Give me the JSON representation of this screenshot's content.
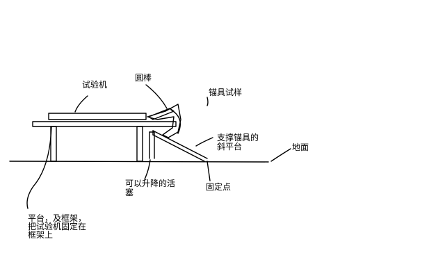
{
  "labels": {
    "test_machine": "试验机",
    "round_bar": "圆棒",
    "anchor_specimen": "锚具试样",
    "inclined_platform_line1": "支撑锚具的",
    "inclined_platform_line2": "斜平台",
    "ground": "地面",
    "piston_line1": "可以升降的活",
    "piston_line2": "塞",
    "fixed_point": "固定点",
    "platform_line1": "平台，及框架，",
    "platform_line2": "把试验机固定在",
    "platform_line3": "框架上"
  },
  "colors": {
    "stroke": "#000000",
    "background": "#ffffff"
  }
}
